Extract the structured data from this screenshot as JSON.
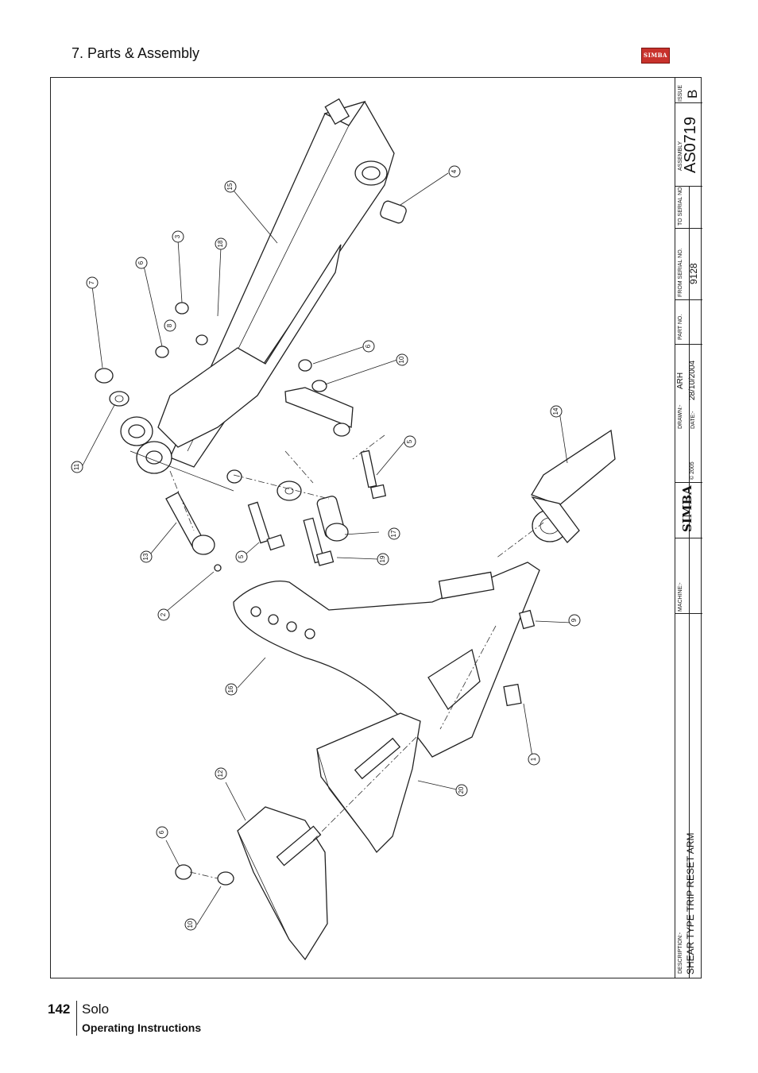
{
  "header": {
    "section": "7. Parts & Assembly",
    "logo_text": "SIMBA"
  },
  "title_block": {
    "issue_label": "ISSUE",
    "issue_value": "B",
    "assembly_label": "ASSEMBLY",
    "assembly_value": "AS0719",
    "to_serial_label": "TO SERIAL NO.",
    "from_serial_label": "FROM SERIAL NO.",
    "from_serial_value": "9128",
    "part_no_label": "PART NO.",
    "drawn_label": "DRAWN:-",
    "drawn_value": "ARH",
    "date_label": "DATE:-",
    "date_value": "28/10/2004",
    "copyright": "© 2005",
    "brand": "SIMBA",
    "machine_label": "MACHINE:-",
    "description_label": "DESCRIPTION:-",
    "description_value": "SHEAR TYPE TRIP RESET ARM"
  },
  "callouts": [
    "1",
    "2",
    "3",
    "4",
    "5",
    "5",
    "6",
    "6",
    "6",
    "7",
    "8",
    "9",
    "10",
    "10",
    "11",
    "12",
    "13",
    "14",
    "15",
    "16",
    "17",
    "18",
    "19",
    "20"
  ],
  "footer": {
    "page_number": "142",
    "product": "Solo",
    "subtitle": "Operating Instructions"
  }
}
